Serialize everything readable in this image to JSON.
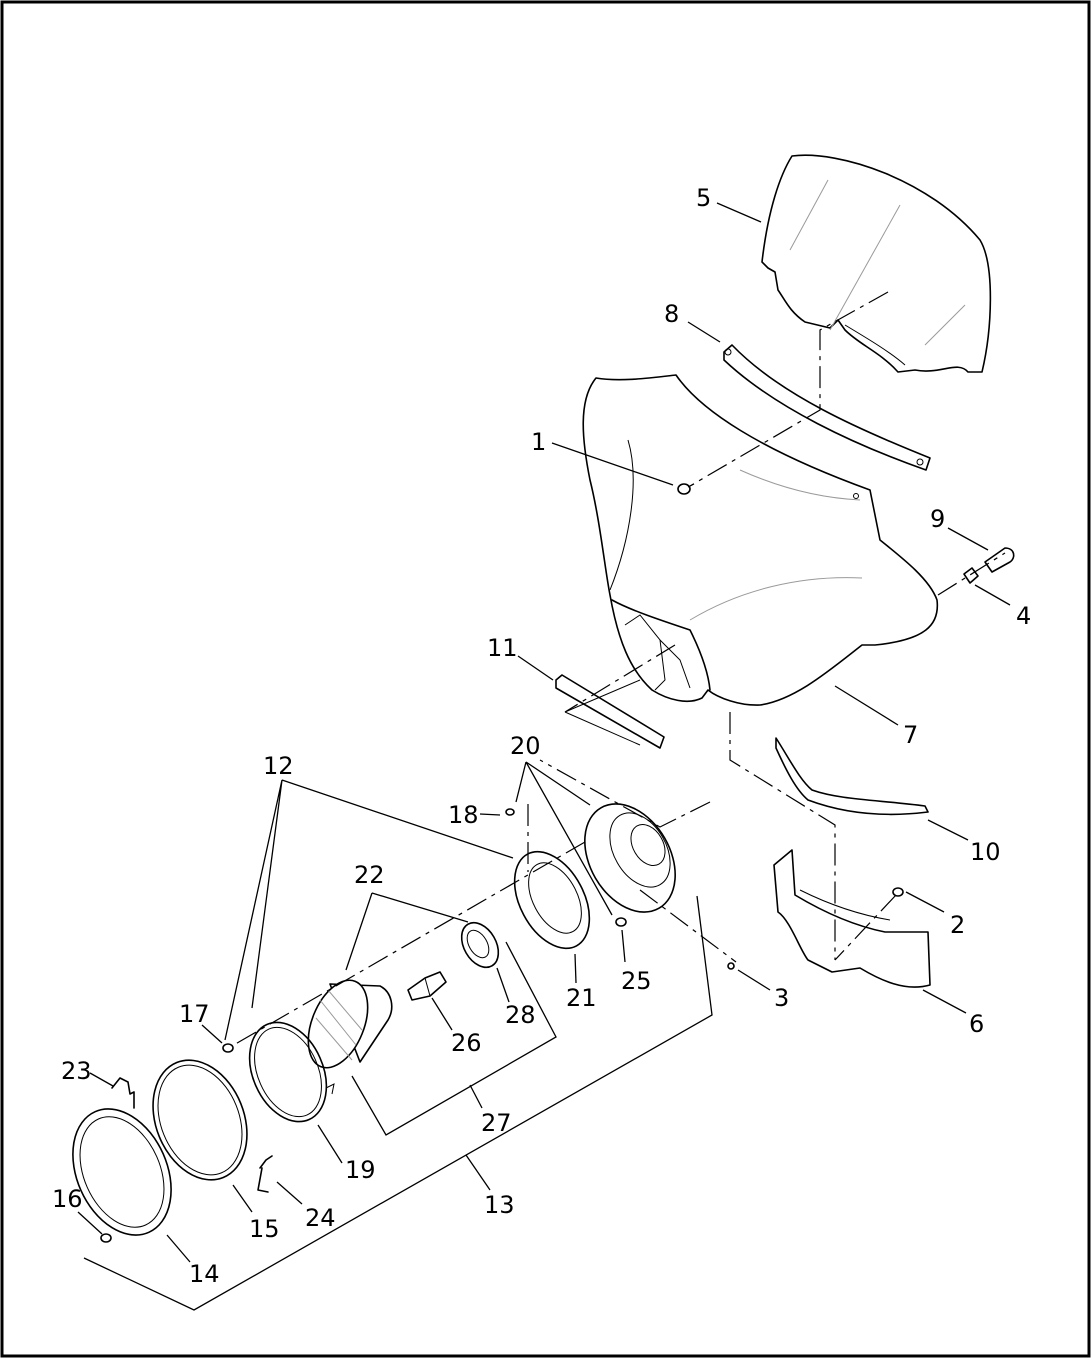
{
  "callouts": {
    "c1": "1",
    "c2": "2",
    "c3": "3",
    "c4": "4",
    "c5": "5",
    "c6": "6",
    "c7": "7",
    "c8": "8",
    "c9": "9",
    "c10": "10",
    "c11": "11",
    "c12": "12",
    "c13": "13",
    "c14": "14",
    "c15": "15",
    "c16": "16",
    "c17": "17",
    "c18": "18",
    "c19": "19",
    "c20": "20",
    "c21": "21",
    "c22": "22",
    "c23": "23",
    "c24": "24",
    "c25": "25",
    "c26": "26",
    "c27": "27",
    "c28": "28"
  },
  "colors": {
    "line": "#000000",
    "background": "#ffffff"
  }
}
